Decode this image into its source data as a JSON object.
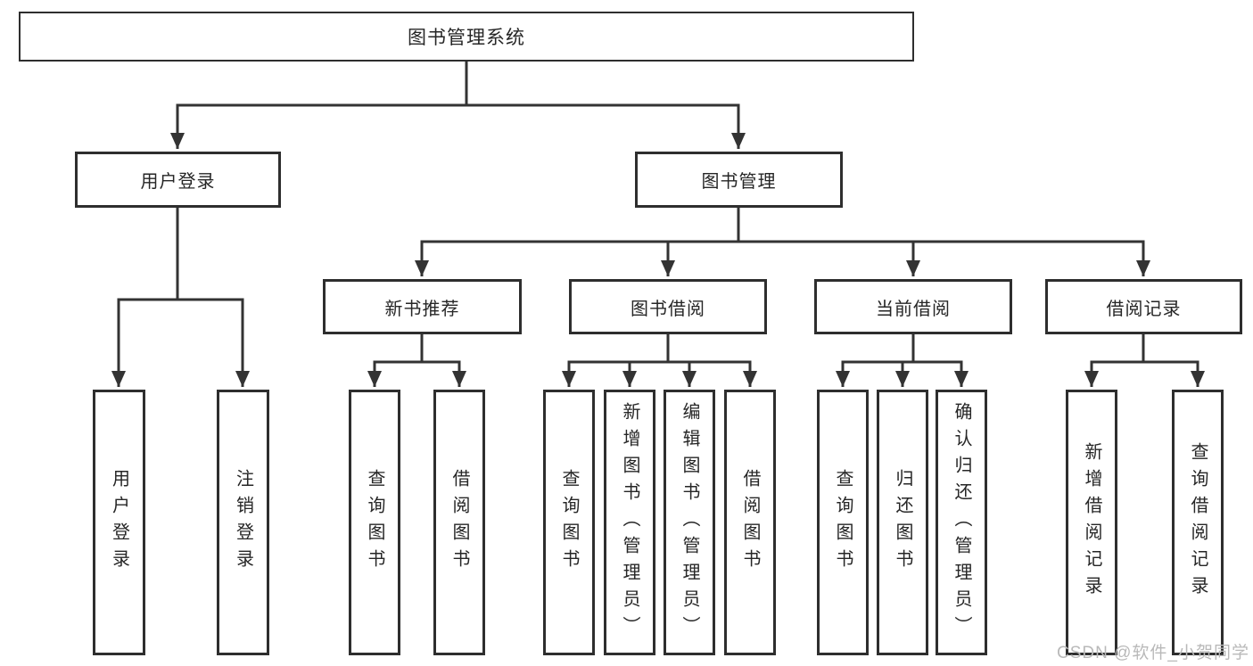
{
  "diagram": {
    "root": "图书管理系统",
    "branches": [
      {
        "label": "用户登录",
        "leaves": [
          "用户登录",
          "注销登录"
        ]
      },
      {
        "label": "图书管理",
        "groups": [
          {
            "label": "新书推荐",
            "leaves": [
              "查询图书",
              "借阅图书"
            ]
          },
          {
            "label": "图书借阅",
            "leaves": [
              "查询图书",
              "新增图书（管理员）",
              "编辑图书（管理员）",
              "借阅图书"
            ]
          },
          {
            "label": "当前借阅",
            "leaves": [
              "查询图书",
              "归还图书",
              "确认归还（管理员）"
            ]
          },
          {
            "label": "借阅记录",
            "leaves": [
              "新增借阅记录",
              "查询借阅记录"
            ]
          }
        ]
      }
    ]
  },
  "watermark": "CSDN @软件_小贺同学",
  "colors": {
    "line": "#333333",
    "box_border": "#2e2e2e",
    "text": "#262626",
    "watermark": "#b9b9b9",
    "background": "#ffffff"
  }
}
